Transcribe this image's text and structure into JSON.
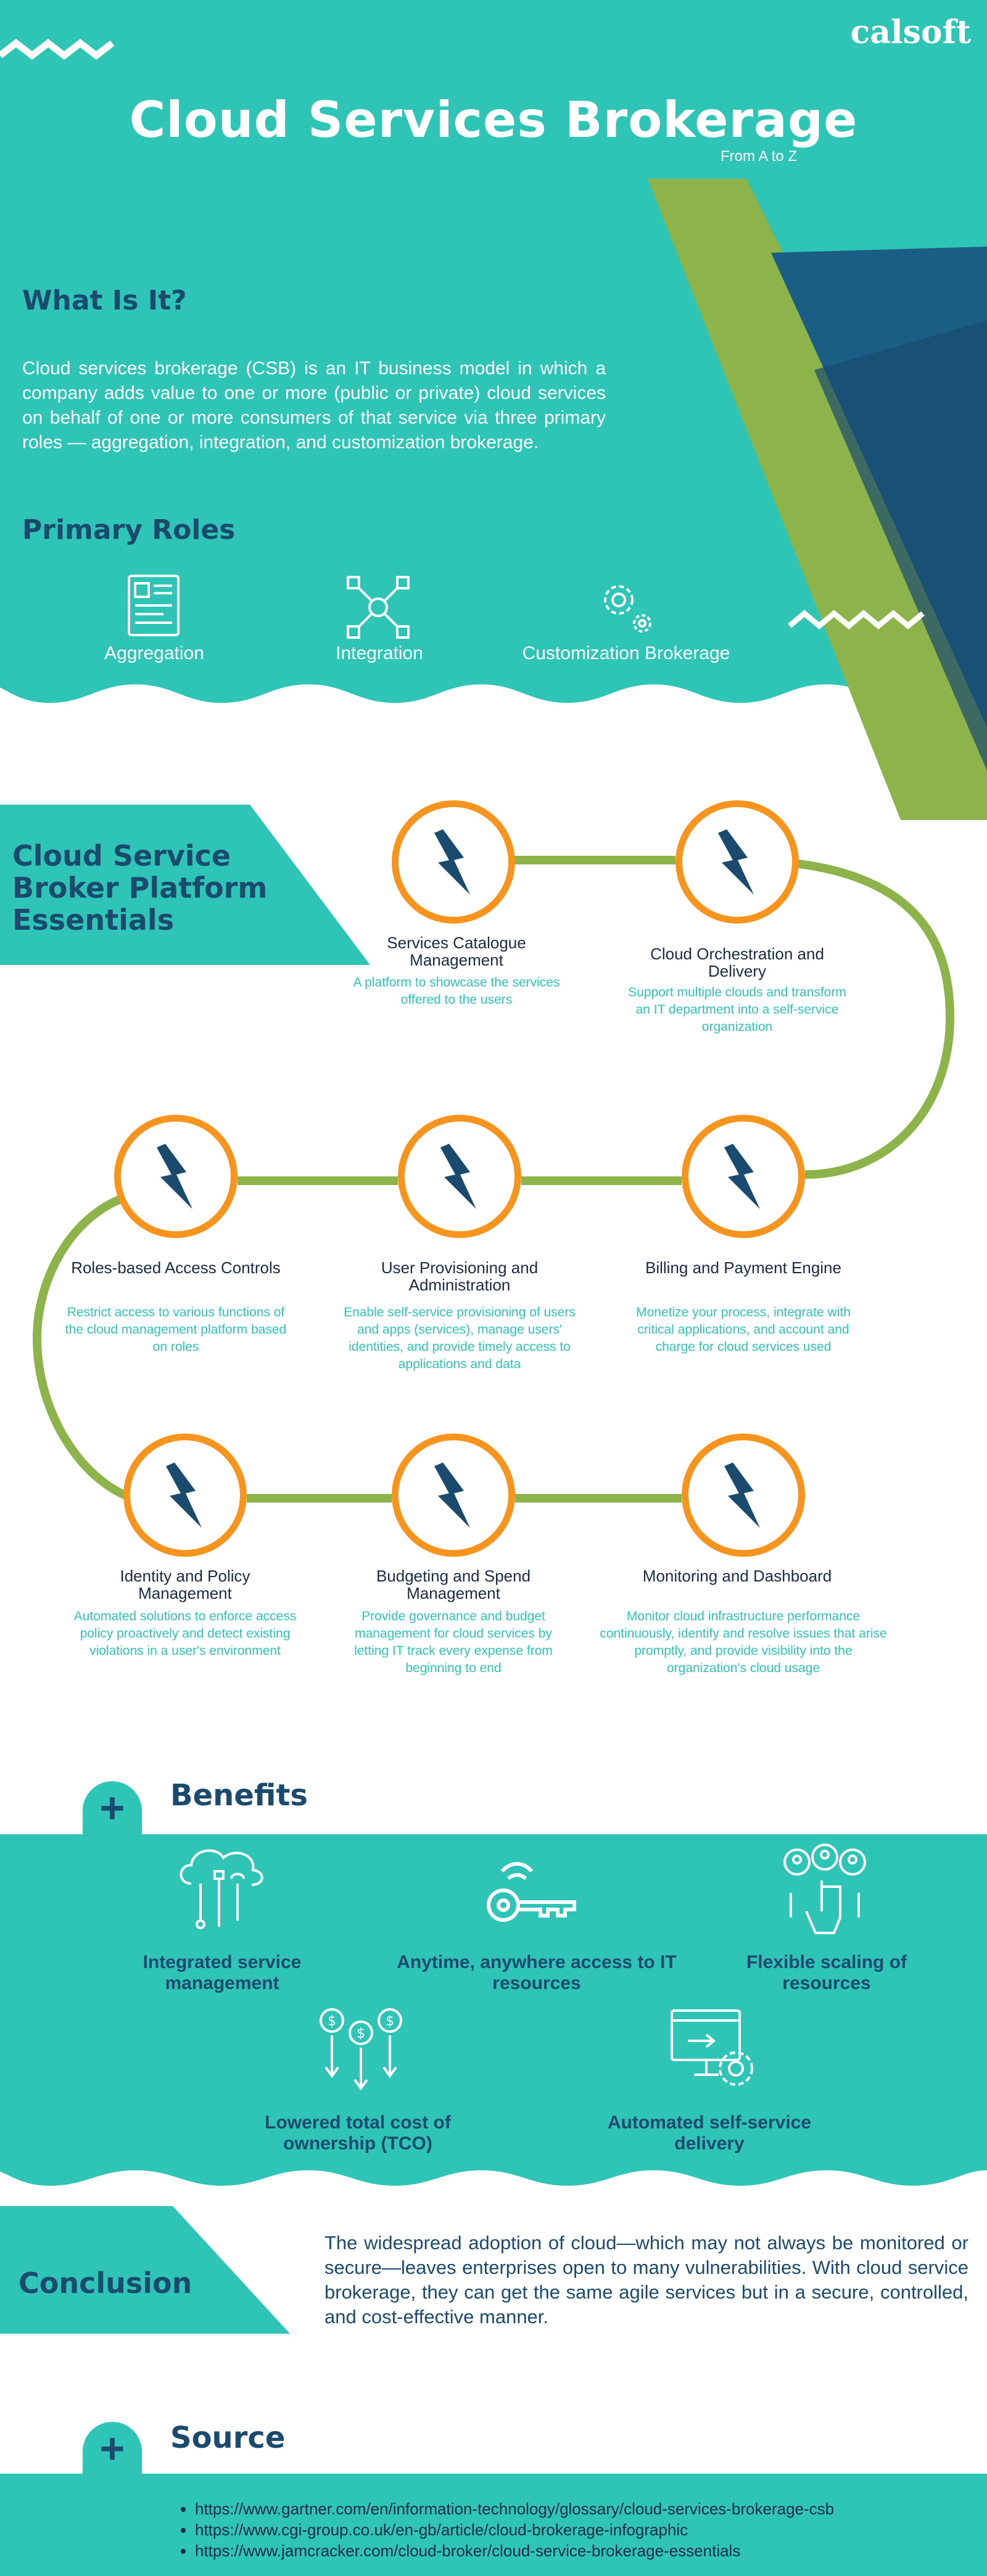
{
  "header": {
    "logo": "calsoft",
    "title": "Cloud Services Brokerage",
    "subtitle": "From A to Z"
  },
  "what_is_it": {
    "heading": "What Is It?",
    "text": "Cloud services brokerage (CSB) is an IT business model in which a company adds value to one or more (public or private) cloud services on behalf of one or more consumers of that service via three primary roles — aggregation, integration, and customization brokerage."
  },
  "primary_roles": {
    "heading": "Primary Roles",
    "items": [
      {
        "label": "Aggregation",
        "icon": "document-list-icon"
      },
      {
        "label": "Integration",
        "icon": "network-nodes-icon"
      },
      {
        "label": "Customization Brokerage",
        "icon": "gears-icon"
      }
    ]
  },
  "platform_essentials": {
    "heading_line1": "Cloud Service",
    "heading_line2": "Broker Platform",
    "heading_line3": "Essentials",
    "items": [
      {
        "title": "Services Catalogue Management",
        "desc": "A platform to showcase the services offered to the users"
      },
      {
        "title": "Cloud Orchestration and Delivery",
        "desc": "Support multiple clouds and transform an IT department into a self-service organization"
      },
      {
        "title": "Roles-based Access Controls",
        "desc": "Restrict access to various functions of the cloud management platform based on roles"
      },
      {
        "title": "User Provisioning and Administration",
        "desc": "Enable self-service provisioning of users and apps (services), manage users' identities, and provide timely access to applications and data"
      },
      {
        "title": "Billing and Payment Engine",
        "desc": "Monetize your process, integrate with critical applications, and account and charge for cloud services used"
      },
      {
        "title": "Identity and Policy Management",
        "desc": "Automated solutions to enforce access policy proactively and detect existing violations in a user's environment"
      },
      {
        "title": "Budgeting and Spend Management",
        "desc": "Provide governance and budget management for cloud services by letting IT track every expense from beginning to end"
      },
      {
        "title": "Monitoring and Dashboard",
        "desc": "Monitor cloud infrastructure performance continuously, identify and resolve issues that arise promptly, and provide visibility into the organization's cloud usage"
      }
    ]
  },
  "benefits": {
    "heading": "Benefits",
    "plus": "+",
    "items": [
      {
        "label": "Integrated service management",
        "icon": "cloud-tools-icon"
      },
      {
        "label": "Anytime, anywhere access to IT resources",
        "icon": "wifi-key-icon"
      },
      {
        "label": "Flexible scaling of resources",
        "icon": "people-hand-icon"
      },
      {
        "label": "Lowered total cost of ownership (TCO)",
        "icon": "dollar-down-icon"
      },
      {
        "label": "Automated self-service delivery",
        "icon": "monitor-gear-icon"
      }
    ]
  },
  "conclusion": {
    "heading": "Conclusion",
    "text": "The widespread adoption of cloud—which may not always be monitored or secure—leaves enterprises open to many vulnerabilities. With cloud service brokerage, they can get the same agile services but in a secure, controlled, and cost-effective manner."
  },
  "source": {
    "heading": "Source",
    "plus": "+",
    "links": [
      "https://www.gartner.com/en/information-technology/glossary/cloud-services-brokerage-csb",
      "https://www.cgi-group.co.uk/en-gb/article/cloud-brokerage-infographic",
      "https://www.jamcracker.com/cloud-broker/cloud-service-brokerage-essentials"
    ]
  },
  "colors": {
    "teal": "#2ec4b6",
    "navy": "#1a4a6e",
    "green": "#8db44a",
    "orange": "#f7941d"
  }
}
